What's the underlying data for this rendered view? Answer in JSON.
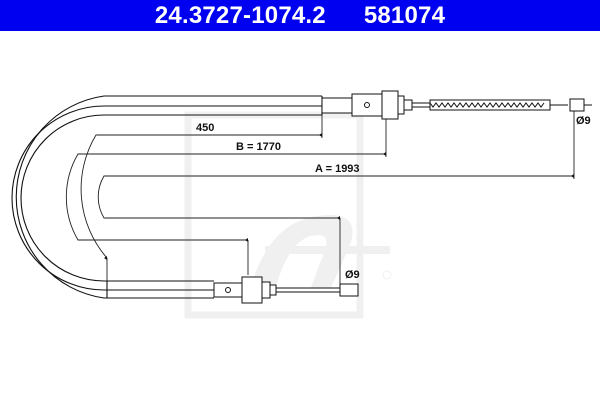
{
  "header": {
    "part_number": "24.3727-1074.2",
    "ref_number": "581074",
    "background_color": "#0000f0"
  },
  "drawing": {
    "type": "brake cable technical drawing",
    "watermark": "Ate logo",
    "dimensions": {
      "sheath_length_label": "450",
      "b_label": "B = 1770",
      "a_label": "A = 1993",
      "top_end_diameter": "Ø9",
      "bottom_end_diameter": "Ø9"
    }
  }
}
